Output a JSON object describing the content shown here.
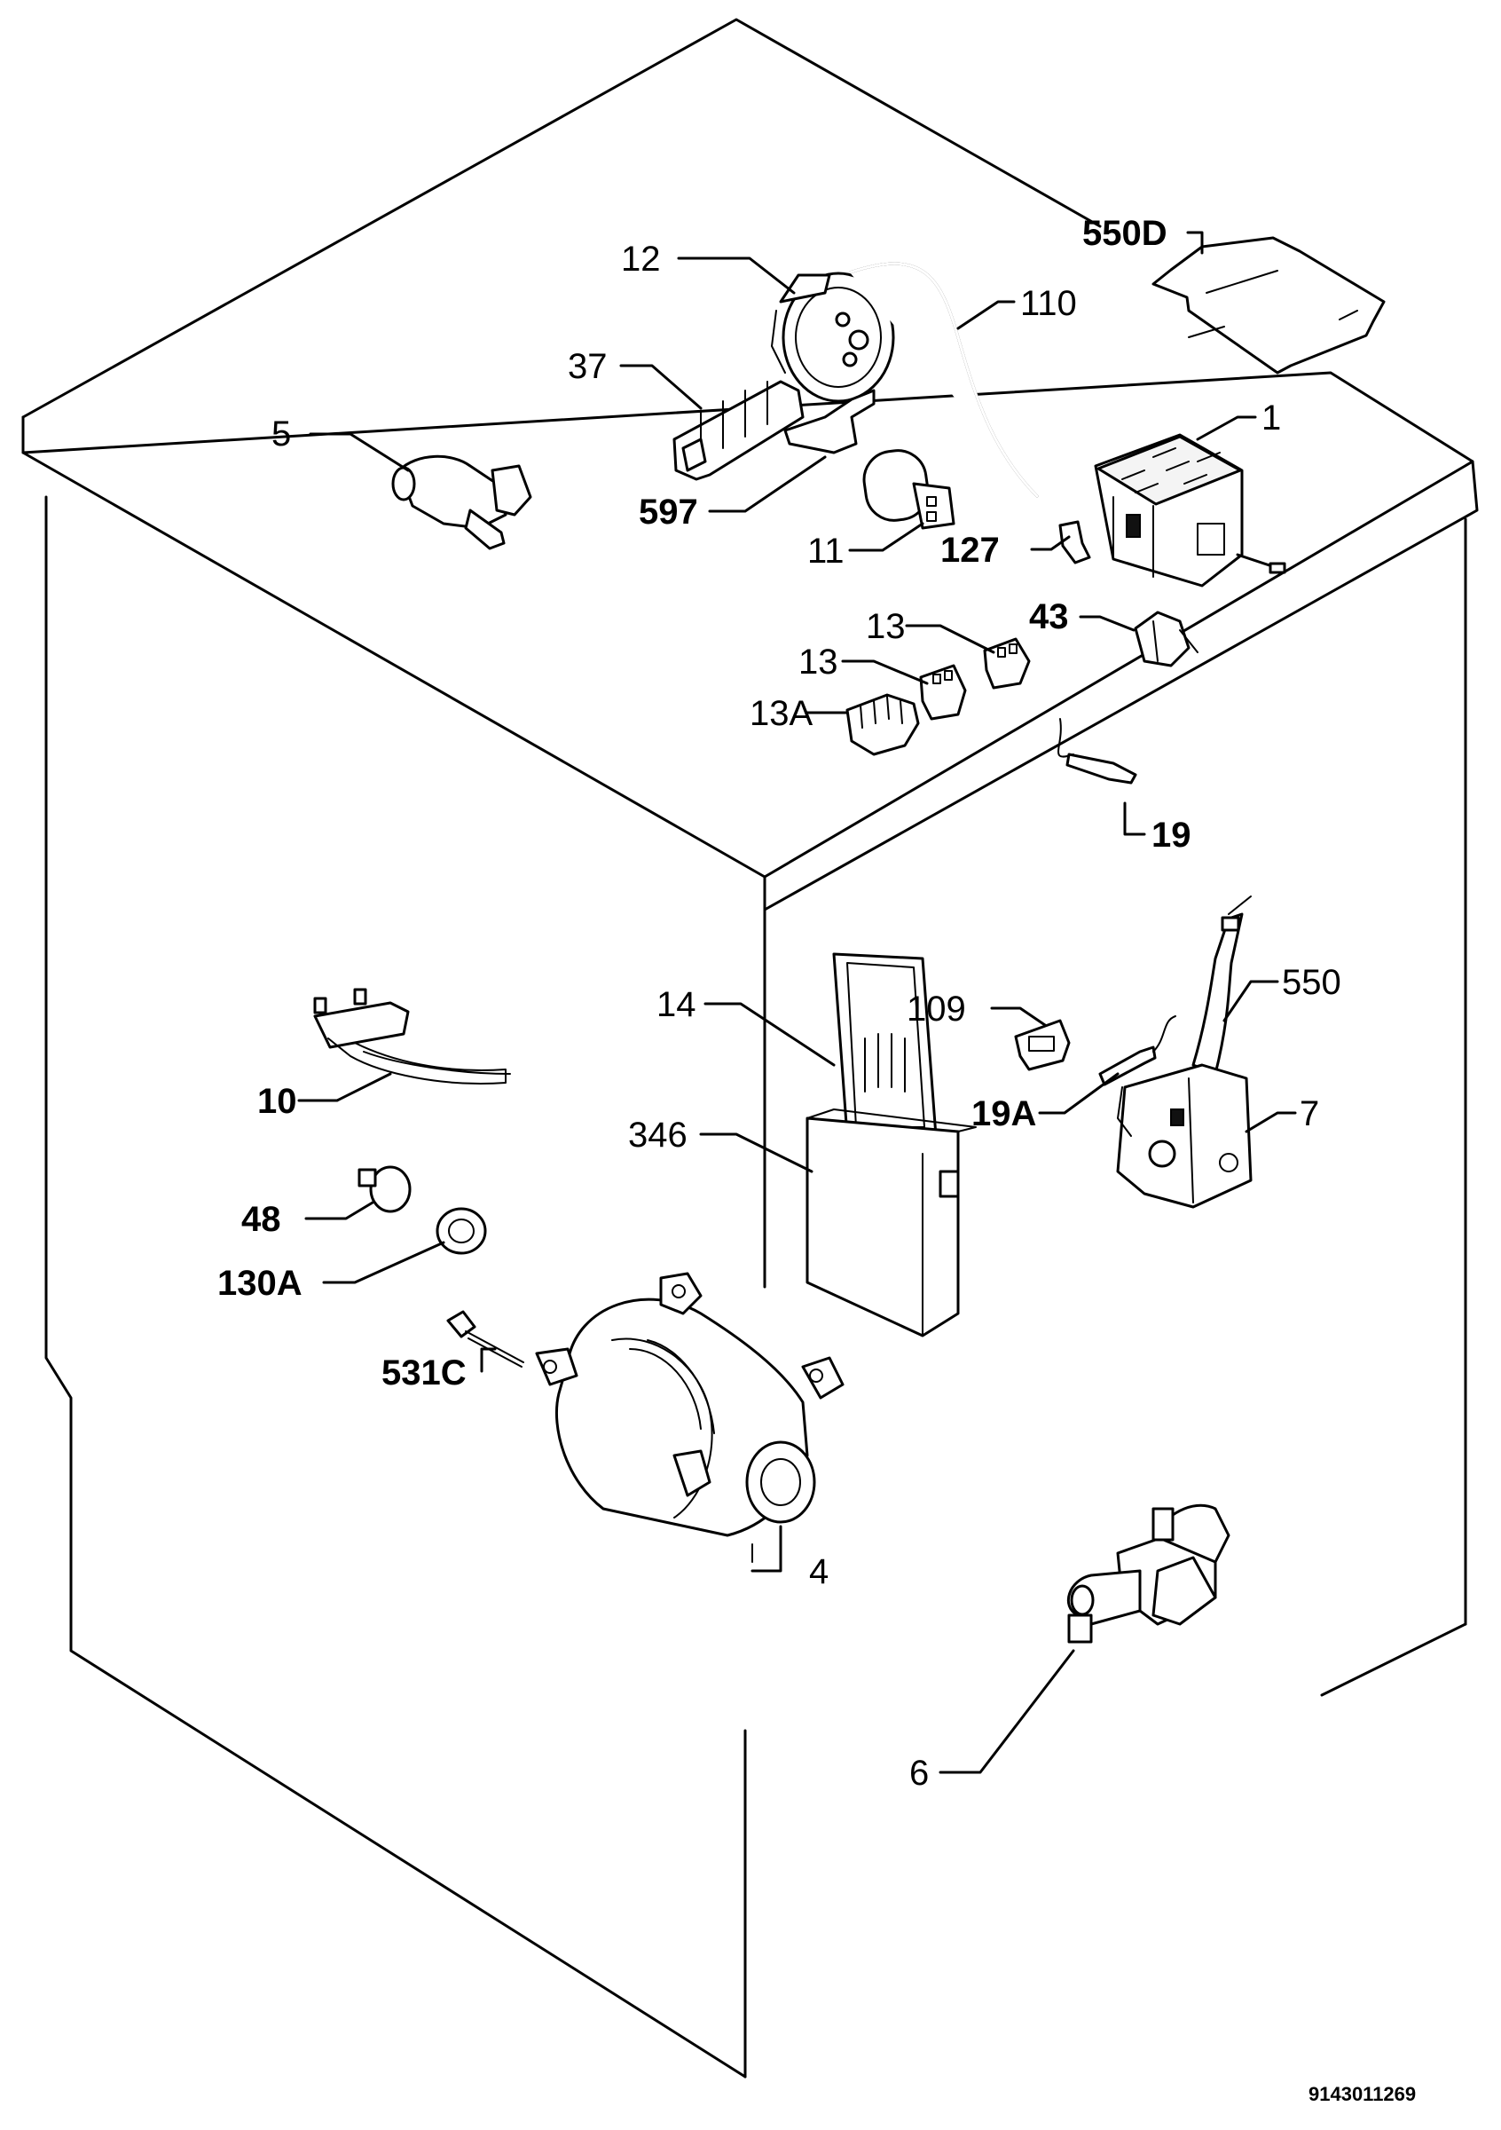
{
  "diagram": {
    "doc_number": "9143011269",
    "labels": {
      "p550d": "550D",
      "p12": "12",
      "p110": "110",
      "p37": "37",
      "p5": "5",
      "p1": "1",
      "p597": "597",
      "p11": "11",
      "p127": "127",
      "p43": "43",
      "p13a_top": "13",
      "p13b": "13",
      "p13a": "13A",
      "p19": "19",
      "p14": "14",
      "p109": "109",
      "p550": "550",
      "p10": "10",
      "p19a": "19A",
      "p7": "7",
      "p346": "346",
      "p48": "48",
      "p130a": "130A",
      "p531c": "531C",
      "p4": "4",
      "p6": "6"
    }
  }
}
